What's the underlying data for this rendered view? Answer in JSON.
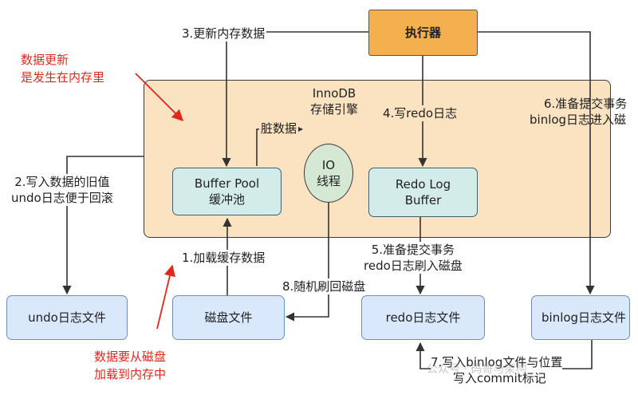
{
  "executor": "执行器",
  "innodb": {
    "line1": "InnoDB",
    "line2": "存储引擎"
  },
  "buffer_pool": {
    "line1": "Buffer Pool",
    "line2": "缓冲池"
  },
  "io_thread": {
    "line1": "IO",
    "line2": "线程"
  },
  "redo_log_buffer": {
    "line1": "Redo Log",
    "line2": "Buffer"
  },
  "files": {
    "undo": "undo日志文件",
    "disk": "磁盘文件",
    "redo": "redo日志文件",
    "binlog": "binlog日志文件"
  },
  "steps": {
    "s1": "1.加载缓存数据",
    "s2": {
      "line1": "2.写入数据的旧值",
      "line2": "undo日志便于回滚"
    },
    "s3": "3.更新内存数据",
    "s4": "4.写redo日志",
    "s5": {
      "line1": "5.准备提交事务",
      "line2": "redo日志刷入磁盘"
    },
    "s6": {
      "line1": "6.准备提交事务",
      "line2": "binlog日志进入磁"
    },
    "s7": {
      "line1": "7.写入binlog文件与位置",
      "line2": "写入commit标记"
    },
    "s8": "8.随机刷回磁盘"
  },
  "dirty_data": "脏数据",
  "notes": {
    "memory": {
      "line1": "数据更新",
      "line2": "是发生在内存里"
    },
    "disk": {
      "line1": "数据要从磁盘",
      "line2": "加载到内存中"
    }
  },
  "watermark": "公众号 · 码哥与架构",
  "colors": {
    "container_fill": "#fbe3c2",
    "executor_fill": "#f4b04f",
    "buffer_fill": "#d3ece9",
    "io_fill": "#d5e8d4",
    "file_fill": "#dae8fc",
    "file_border": "#6c8ebf",
    "note_red": "#e0281e"
  }
}
